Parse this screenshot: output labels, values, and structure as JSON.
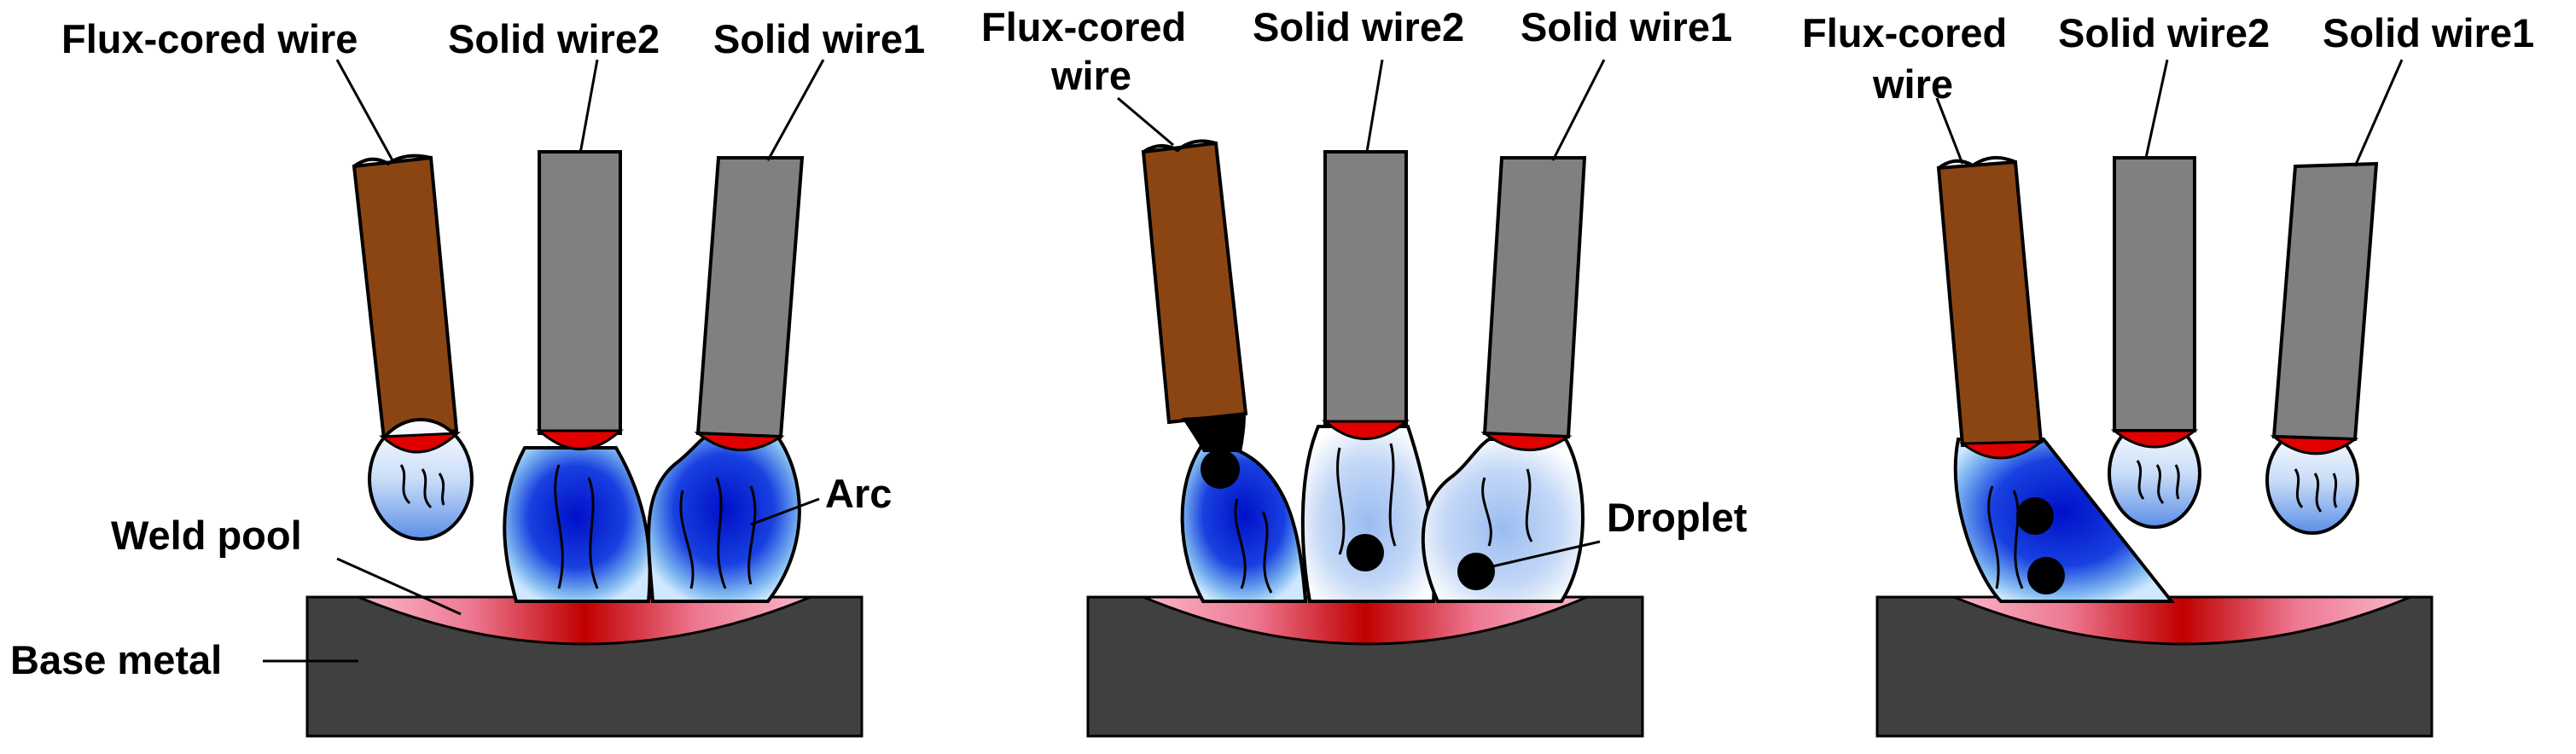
{
  "panels": [
    {
      "labels": {
        "flux": "Flux-cored wire",
        "solid2": "Solid wire2",
        "solid1": "Solid wire1",
        "arc": "Arc",
        "weld_pool": "Weld pool",
        "base_metal": "Base metal"
      }
    },
    {
      "labels": {
        "flux_line1": "Flux-cored",
        "flux_line2": "wire",
        "solid2": "Solid wire2",
        "solid1": "Solid wire1",
        "droplet": "Droplet"
      }
    },
    {
      "labels": {
        "flux_line1": "Flux-cored",
        "flux_line2": "wire",
        "solid2": "Solid wire2",
        "solid1": "Solid wire1"
      }
    }
  ],
  "colors": {
    "flux_wire": "#8B4513",
    "solid_wire": "#808080",
    "base_metal": "#404040",
    "weld_pool_core": "#C00000",
    "weld_pool_edge": "#F9B8CB",
    "arc_core": "#0010C8",
    "arc_edge": "#CFE8FF",
    "wire_tip_melt": "#E00000",
    "droplet": "#000000"
  }
}
